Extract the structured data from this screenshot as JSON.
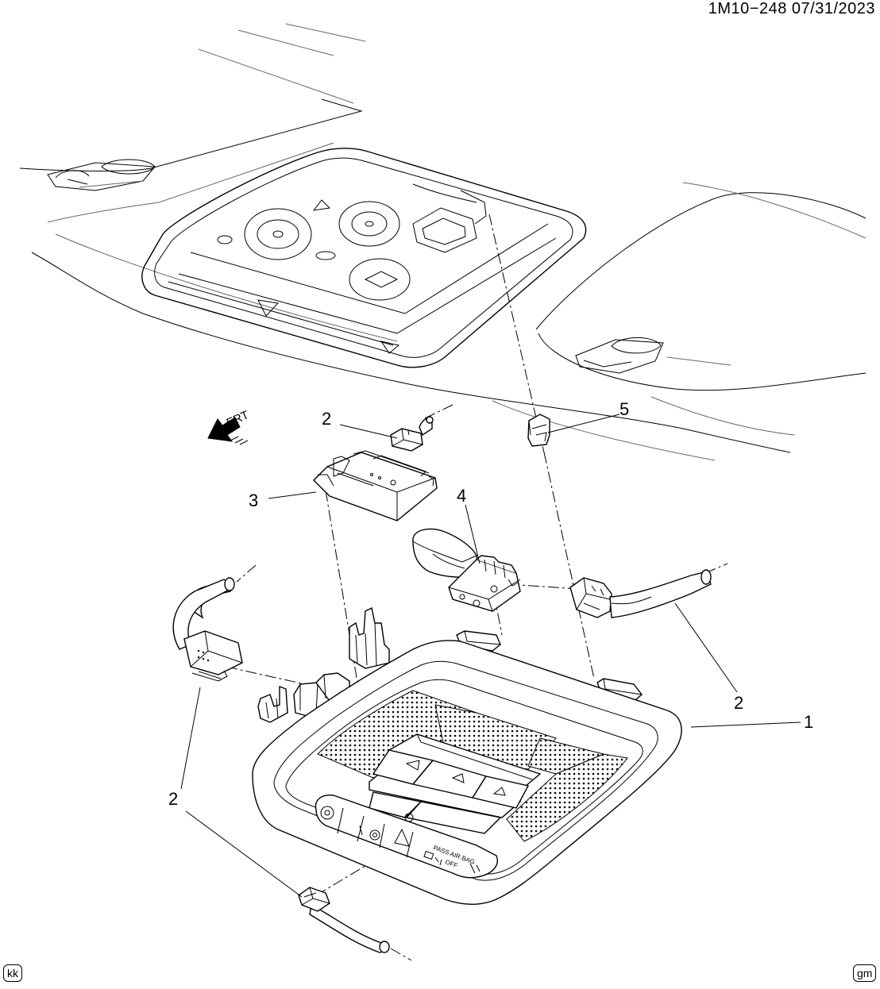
{
  "header": {
    "doc_id": "1M10−248  07/31/2023"
  },
  "orientation": {
    "label": "FRT"
  },
  "callouts": [
    {
      "id": "c1",
      "label": "1"
    },
    {
      "id": "c2a",
      "label": "2"
    },
    {
      "id": "c2b",
      "label": "2"
    },
    {
      "id": "c2c",
      "label": "2"
    },
    {
      "id": "c3",
      "label": "3"
    },
    {
      "id": "c4",
      "label": "4"
    },
    {
      "id": "c5",
      "label": "5"
    }
  ],
  "panel": {
    "airbag_line1": "PASS AIR BAG",
    "airbag_off": "OFF"
  },
  "footer": {
    "left_badge": "kk",
    "right_badge": "gm"
  }
}
